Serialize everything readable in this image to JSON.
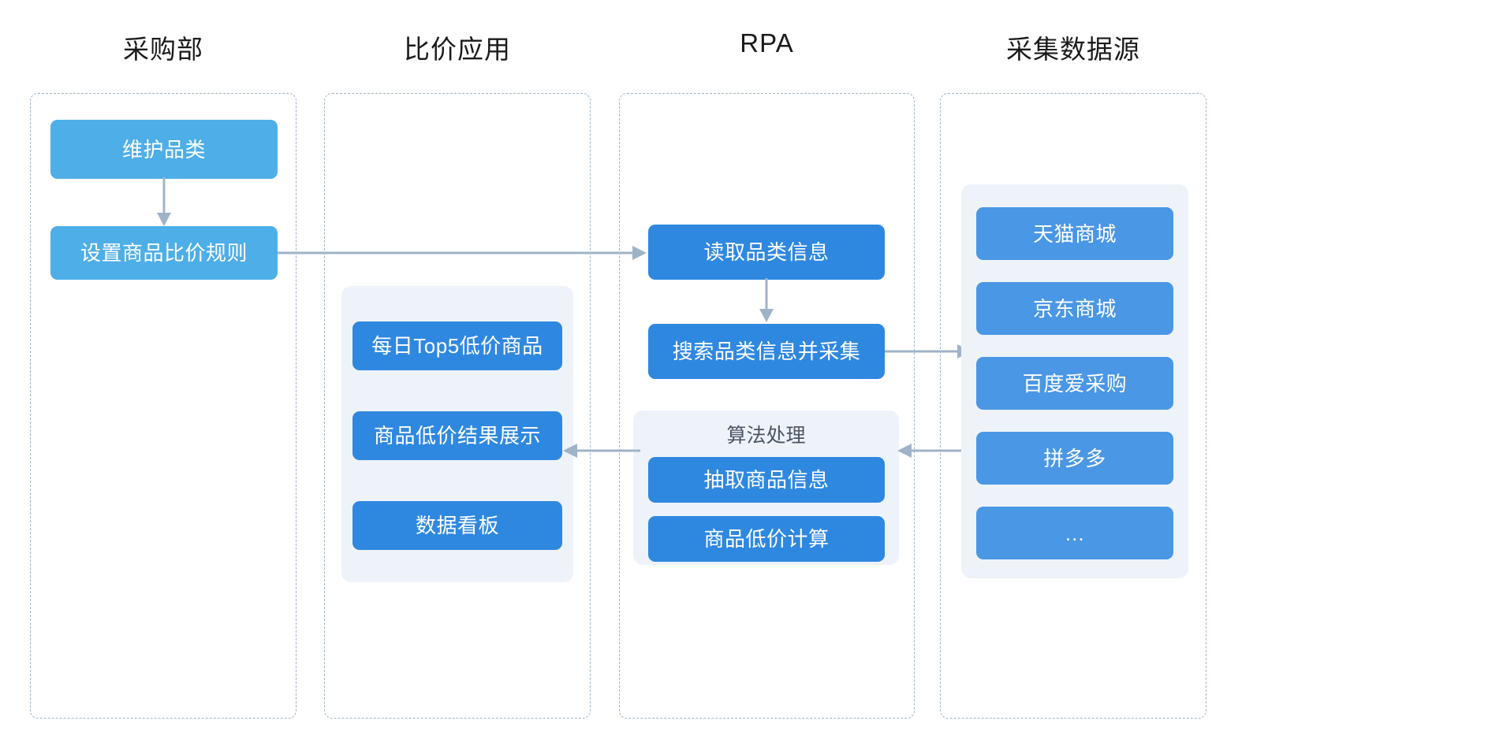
{
  "diagram": {
    "title_bar": null,
    "columns": [
      {
        "id": "procurement",
        "header": "采购部"
      },
      {
        "id": "price-app",
        "header": "比价应用"
      },
      {
        "id": "rpa",
        "header": "RPA"
      },
      {
        "id": "data-source",
        "header": "采集数据源"
      }
    ],
    "procurement": {
      "nodes": [
        {
          "label": "维护品类"
        },
        {
          "label": "设置商品比价规则"
        }
      ]
    },
    "price_app": {
      "nodes": [
        {
          "label": "每日Top5低价商品"
        },
        {
          "label": "商品低价结果展示"
        },
        {
          "label": "数据看板"
        }
      ]
    },
    "rpa": {
      "nodes": [
        {
          "label": "读取品类信息"
        },
        {
          "label": "搜索品类信息并采集"
        }
      ],
      "group": {
        "title": "算法处理",
        "nodes": [
          {
            "label": "抽取商品信息"
          },
          {
            "label": "商品低价计算"
          }
        ]
      }
    },
    "data_source": {
      "nodes": [
        {
          "label": "天猫商城"
        },
        {
          "label": "京东商城"
        },
        {
          "label": "百度爱采购"
        },
        {
          "label": "拼多多"
        },
        {
          "label": "…"
        }
      ]
    },
    "connectors": [
      {
        "id": "rule-to-read",
        "direction": "right",
        "from": "设置商品比价规则",
        "to": "读取品类信息"
      },
      {
        "id": "read-to-search",
        "direction": "down",
        "from": "读取品类信息",
        "to": "搜索品类信息并采集"
      },
      {
        "id": "maintain-to-rule",
        "direction": "down",
        "from": "维护品类",
        "to": "设置商品比价规则"
      },
      {
        "id": "search-to-sources",
        "direction": "right",
        "from": "搜索品类信息并采集",
        "to": "采集数据源"
      },
      {
        "id": "sources-to-algo",
        "direction": "left",
        "from": "采集数据源",
        "to": "算法处理"
      },
      {
        "id": "algo-to-result",
        "direction": "left",
        "from": "算法处理",
        "to": "商品低价结果展示"
      }
    ]
  },
  "colors": {
    "node_light": "#4eaee8",
    "node_mid": "#4a97e5",
    "node_deep": "#2f88e0",
    "panel_bg": "#eef3fa",
    "lane_border": "#9fb3c8",
    "connector": "#9fb3c8",
    "title_text": "#1b1b1b",
    "panel_title_text": "#4b5563",
    "page_bg": "#ffffff"
  }
}
